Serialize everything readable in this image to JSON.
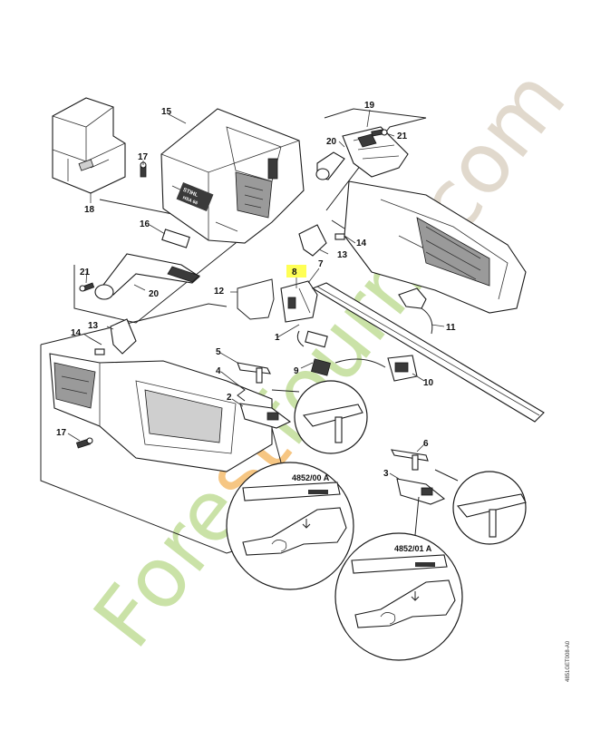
{
  "parts": [
    {
      "id": "p1",
      "label": "1"
    },
    {
      "id": "p2",
      "label": "2"
    },
    {
      "id": "p3",
      "label": "3"
    },
    {
      "id": "p4",
      "label": "4"
    },
    {
      "id": "p5",
      "label": "5"
    },
    {
      "id": "p6",
      "label": "6"
    },
    {
      "id": "p7",
      "label": "7"
    },
    {
      "id": "p8",
      "label": "8"
    },
    {
      "id": "p9",
      "label": "9"
    },
    {
      "id": "p10",
      "label": "10"
    },
    {
      "id": "p11",
      "label": "11"
    },
    {
      "id": "p12",
      "label": "12"
    },
    {
      "id": "p13a",
      "label": "13"
    },
    {
      "id": "p13b",
      "label": "13"
    },
    {
      "id": "p14a",
      "label": "14"
    },
    {
      "id": "p14b",
      "label": "14"
    },
    {
      "id": "p15",
      "label": "15"
    },
    {
      "id": "p16",
      "label": "16"
    },
    {
      "id": "p17a",
      "label": "17"
    },
    {
      "id": "p17b",
      "label": "17"
    },
    {
      "id": "p18",
      "label": "18"
    },
    {
      "id": "p19",
      "label": "19"
    },
    {
      "id": "p20a",
      "label": "20"
    },
    {
      "id": "p20b",
      "label": "20"
    },
    {
      "id": "p21a",
      "label": "21"
    },
    {
      "id": "p21b",
      "label": "21"
    }
  ],
  "highlight": {
    "part": "8",
    "color": "#ffff55"
  },
  "detail_refs": {
    "ref_a": "4852/00 A",
    "ref_b": "4852/01 A"
  },
  "brand_text": {
    "line1": "STIHL",
    "line2": "HSA 66"
  },
  "drawing_code": "4851GET008-A0",
  "watermark": {
    "segments": [
      {
        "text": "Fore",
        "color": "#b9d98a"
      },
      {
        "text": "st",
        "color": "#f3b35a"
      },
      {
        "text": "fourni",
        "color": "#b9d98a"
      },
      {
        "text": ".com",
        "color": "#d7cdbd"
      }
    ]
  }
}
